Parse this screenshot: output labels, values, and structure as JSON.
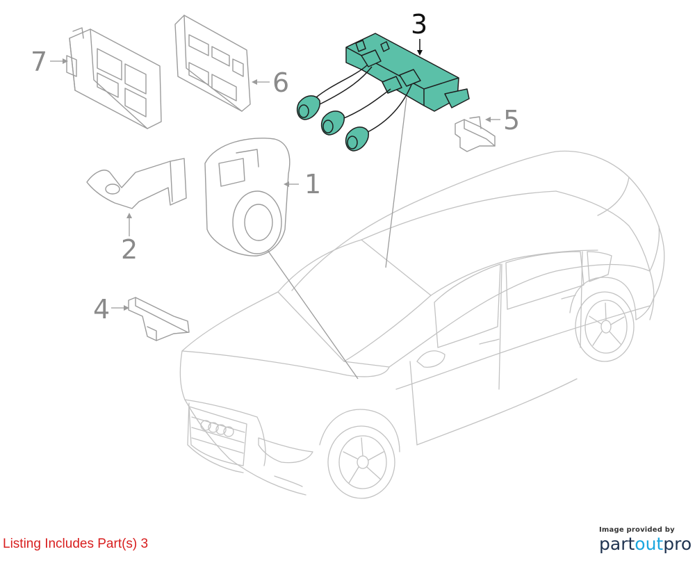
{
  "caption": "Listing Includes Part(s) 3",
  "callouts": [
    {
      "id": "1",
      "label": "1"
    },
    {
      "id": "2",
      "label": "2"
    },
    {
      "id": "3",
      "label": "3",
      "highlighted": true
    },
    {
      "id": "4",
      "label": "4"
    },
    {
      "id": "5",
      "label": "5"
    },
    {
      "id": "6",
      "label": "6"
    },
    {
      "id": "7",
      "label": "7"
    }
  ],
  "logo": {
    "provided_by": "Image provided by",
    "brand_part1": "part",
    "brand_part2": "out",
    "brand_part3": "pro"
  },
  "colors": {
    "highlight_fill": "#5bc0a8",
    "callout_gray": "#8a8a8a",
    "caption_red": "#d81e1e",
    "brand_navy": "#1f3350",
    "brand_blue": "#1aa6df"
  }
}
